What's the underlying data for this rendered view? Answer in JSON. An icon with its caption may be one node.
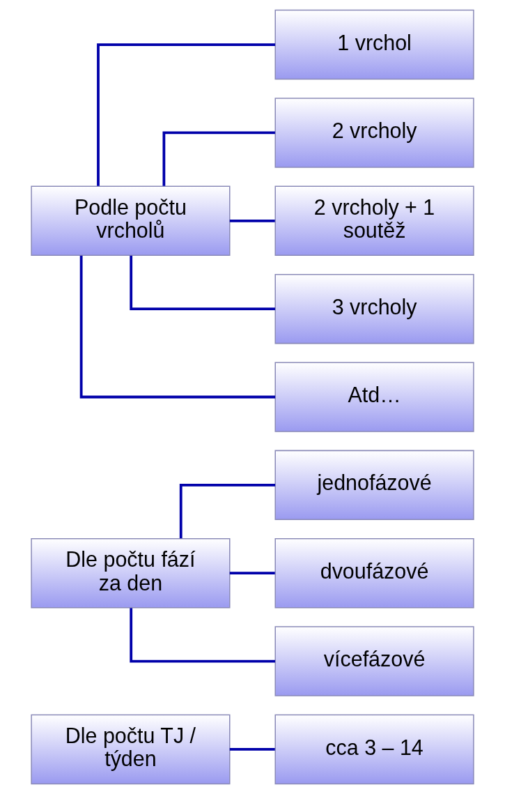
{
  "diagram": {
    "nodes": [
      {
        "text": [
          "Dle počtu TJ / týden"
        ]
      },
      {
        "text": [
          "cca 3 – 14"
        ]
      },
      {
        "text": [
          "Dle počtu fází za den"
        ]
      },
      {
        "text": [
          "jednofázové"
        ]
      },
      {
        "text": [
          "dvoufázové"
        ]
      },
      {
        "text": [
          "vícefázové"
        ]
      },
      {
        "text": [
          "Podle počtu vrcholů"
        ]
      },
      {
        "text": [
          "1 vrchol"
        ]
      },
      {
        "text": [
          "2 vrcholy"
        ]
      },
      {
        "text": [
          "2 vrcholy + 1 soutěž"
        ]
      },
      {
        "text": [
          "3 vrcholy"
        ]
      },
      {
        "text": [
          "Atd…"
        ]
      }
    ],
    "edges": [
      {
        "from": 0,
        "to": 1,
        "arrow": "none"
      },
      {
        "from": 2,
        "to": 3,
        "arrow": "none"
      },
      {
        "from": 2,
        "to": 4,
        "arrow": "none"
      },
      {
        "from": 2,
        "to": 5,
        "arrow": "none"
      },
      {
        "from": 6,
        "to": 7,
        "arrow": "none"
      },
      {
        "from": 6,
        "to": 8,
        "arrow": "none"
      },
      {
        "from": 6,
        "to": 9,
        "arrow": "none"
      },
      {
        "from": 6,
        "to": 10,
        "arrow": "none"
      },
      {
        "from": 6,
        "to": 11,
        "arrow": "none"
      }
    ]
  }
}
